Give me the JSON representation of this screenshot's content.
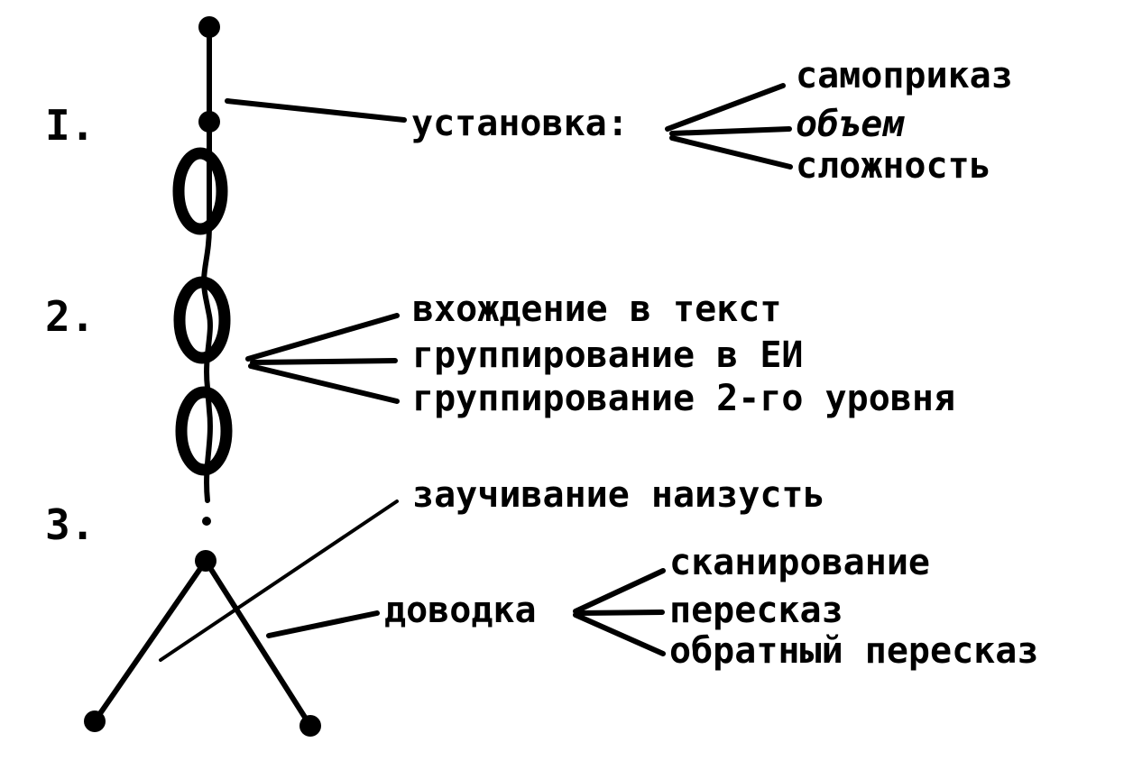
{
  "stages": {
    "s1": "I.",
    "s2": "2.",
    "s3": "3."
  },
  "setup": {
    "label": "установка:",
    "items": [
      "самоприказ",
      "объем",
      "сложность"
    ]
  },
  "grouping": {
    "items": [
      "вхождение в текст",
      "группирование в ЕИ",
      "группирование 2-го уровня"
    ]
  },
  "memorize": {
    "label": "заучивание наизусть"
  },
  "finishing": {
    "label": "доводка",
    "items": [
      "сканирование",
      "пересказ",
      "обратный пересказ"
    ]
  }
}
